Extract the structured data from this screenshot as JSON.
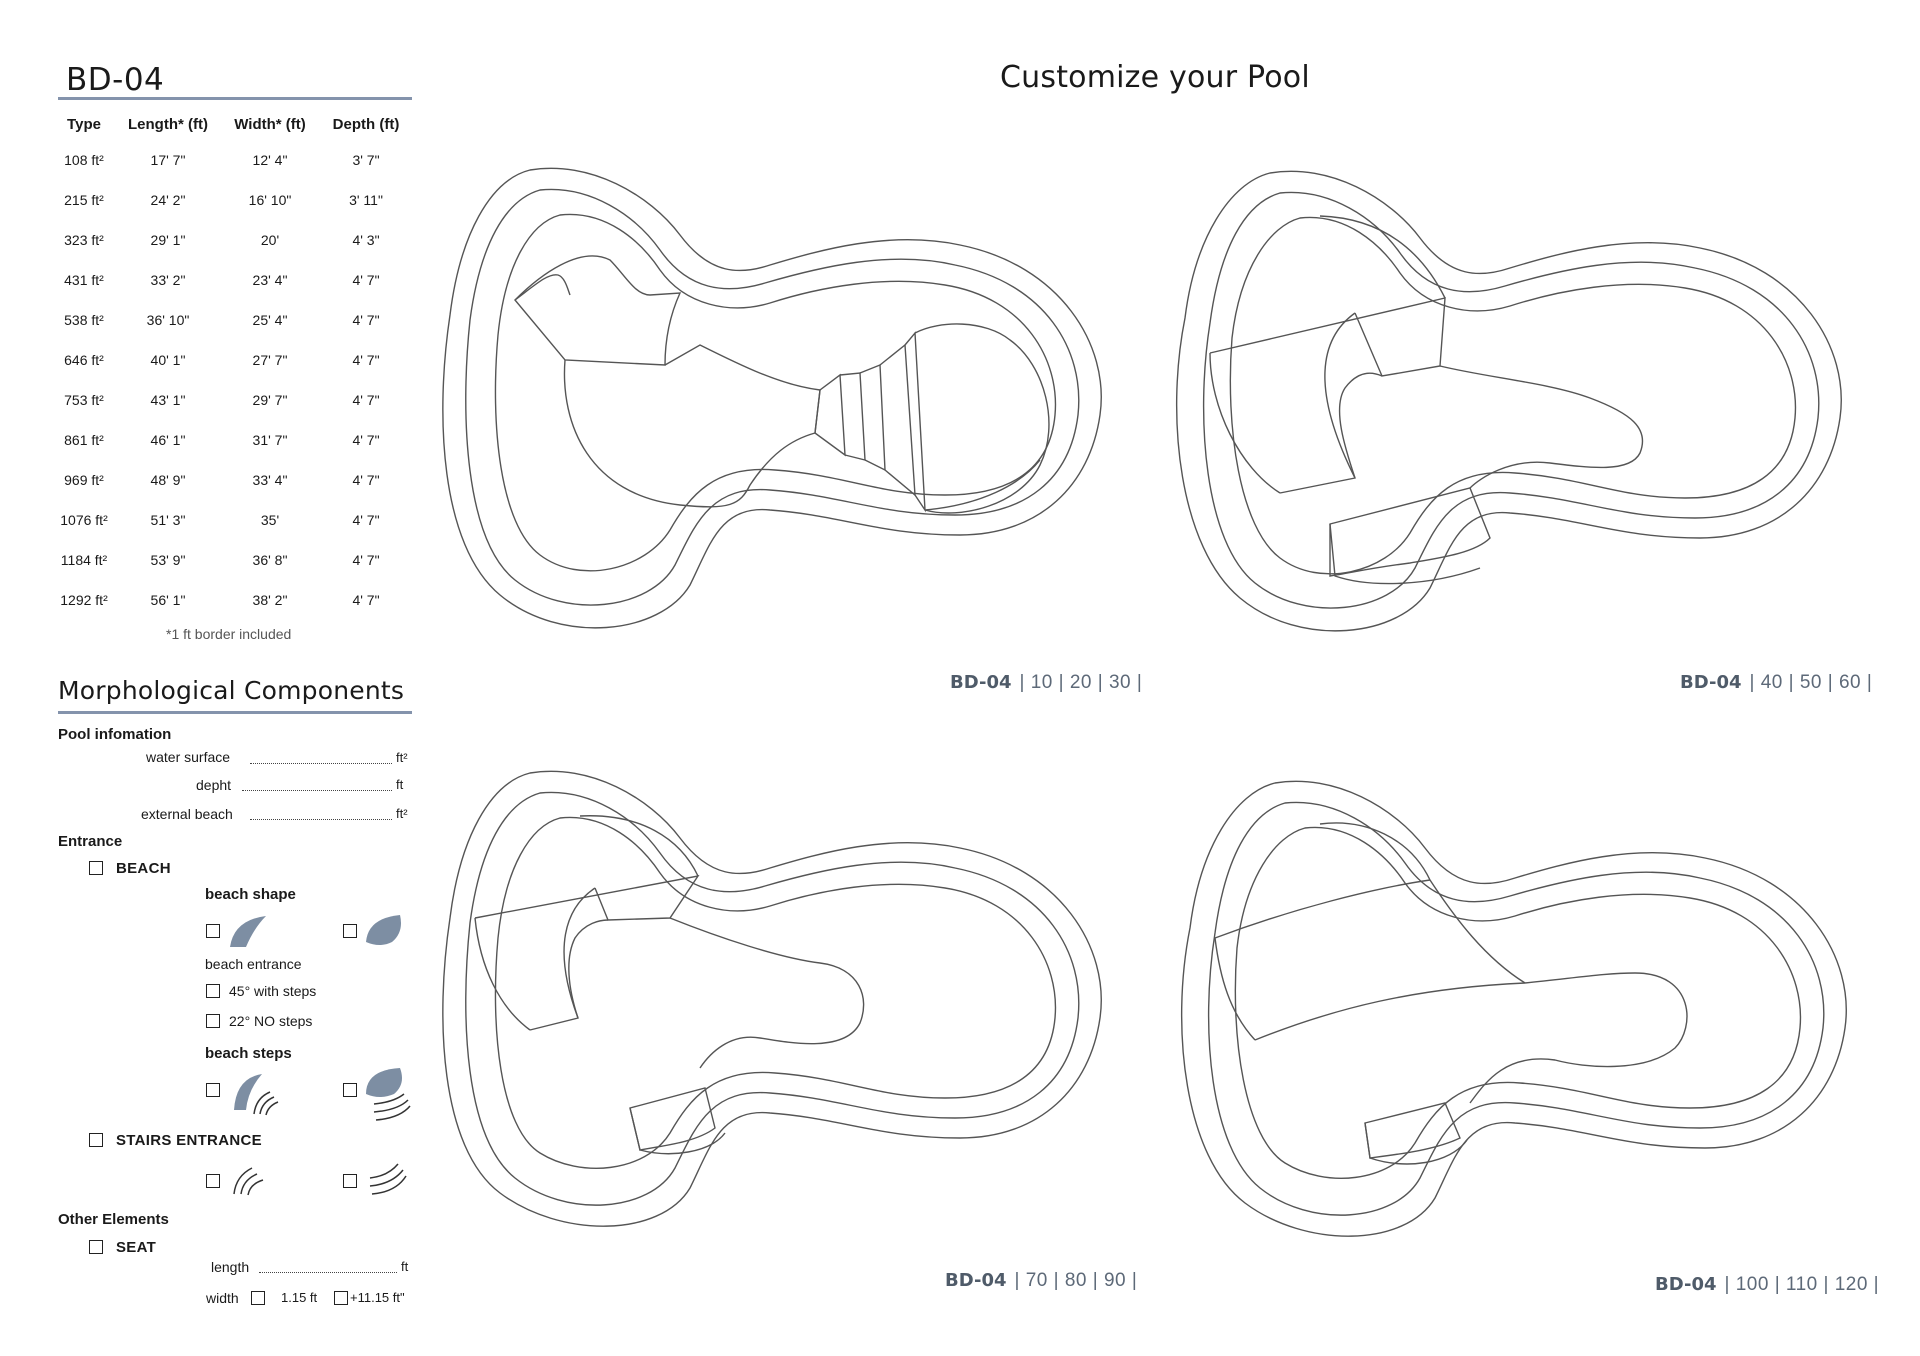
{
  "header": {
    "model_code": "BD-04",
    "main_title": "Customize your Pool"
  },
  "spec_table": {
    "columns": [
      "Type",
      "Length* (ft)",
      "Width* (ft)",
      "Depth (ft)"
    ],
    "rows": [
      [
        "108 ft²",
        "17' 7\"",
        "12' 4\"",
        "3' 7\""
      ],
      [
        "215 ft²",
        "24' 2\"",
        "16' 10\"",
        "3' 11\""
      ],
      [
        "323 ft²",
        "29' 1\"",
        "20'",
        "4' 3\""
      ],
      [
        "431 ft²",
        "33' 2\"",
        "23' 4\"",
        "4' 7\""
      ],
      [
        "538 ft²",
        "36' 10\"",
        "25' 4\"",
        "4' 7\""
      ],
      [
        "646 ft²",
        "40' 1\"",
        "27' 7\"",
        "4' 7\""
      ],
      [
        "753 ft²",
        "43' 1\"",
        "29' 7\"",
        "4' 7\""
      ],
      [
        "861 ft²",
        "46' 1\"",
        "31' 7\"",
        "4' 7\""
      ],
      [
        "969 ft²",
        "48' 9\"",
        "33' 4\"",
        "4' 7\""
      ],
      [
        "1076 ft²",
        "51' 3\"",
        "35'",
        "4' 7\""
      ],
      [
        "1184 ft²",
        "53' 9\"",
        "36' 8\"",
        "4' 7\""
      ],
      [
        "1292 ft²",
        "56' 1\"",
        "38' 2\"",
        "4' 7\""
      ]
    ],
    "footnote": "*1 ft border included"
  },
  "components": {
    "title": "Morphological Components",
    "pool_info": {
      "heading": "Pool infomation",
      "water_surface": "water surface",
      "depth": "depht",
      "external_beach": "external beach",
      "unit_area": "ft²",
      "unit_ft": "ft"
    },
    "entrance": {
      "heading": "Entrance",
      "beach": "BEACH",
      "beach_shape": "beach shape",
      "beach_entrance": "beach entrance",
      "with_steps": "45° with steps",
      "no_steps": "22° NO steps",
      "beach_steps": "beach steps",
      "stairs_entrance": "STAIRS ENTRANCE"
    },
    "other": {
      "heading": "Other Elements",
      "seat": "SEAT",
      "length": "length",
      "length_unit": "ft",
      "width": "width",
      "width_opt1": "1.15 ft",
      "width_opt2": "+11.15 ft\""
    }
  },
  "diagrams": [
    {
      "code": "BD-04",
      "sizes": "| 10 |  20  | 30 |"
    },
    {
      "code": "BD-04",
      "sizes": "| 40 |  50  | 60 |"
    },
    {
      "code": "BD-04",
      "sizes": "| 70 |  80  | 90 |"
    },
    {
      "code": "BD-04",
      "sizes": "| 100 |  110  | 120 |"
    }
  ],
  "colors": {
    "accent_rule": "#8493ac",
    "icon_fill": "#7d8ea3",
    "caption": "#4f5b69",
    "outline": "#555555"
  }
}
